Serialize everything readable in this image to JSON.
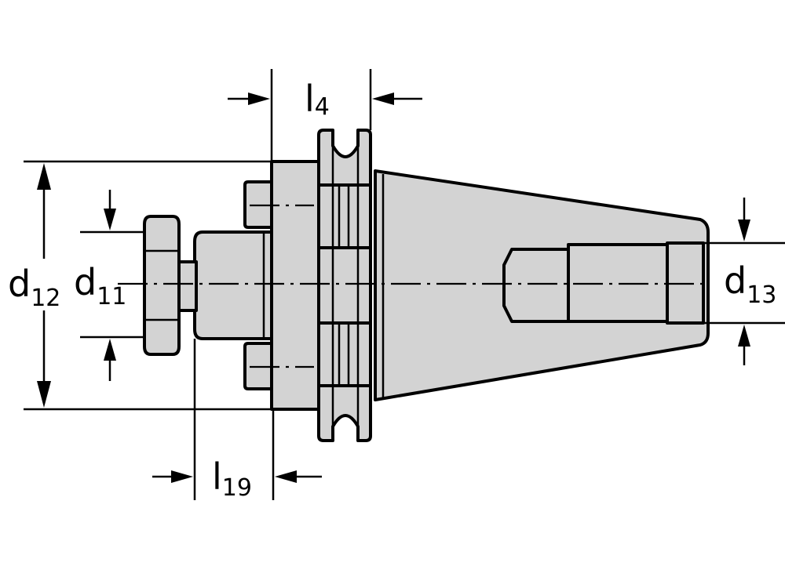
{
  "labels": {
    "d12": {
      "main": "d",
      "sub": "12"
    },
    "d11": {
      "main": "d",
      "sub": "11"
    },
    "d13": {
      "main": "d",
      "sub": "13"
    },
    "l4": {
      "main": "l",
      "sub": "4"
    },
    "l19": {
      "main": "l",
      "sub": "19"
    }
  },
  "colors": {
    "body_fill": "#d3d3d3",
    "line": "#000000",
    "background": "#ffffff"
  }
}
